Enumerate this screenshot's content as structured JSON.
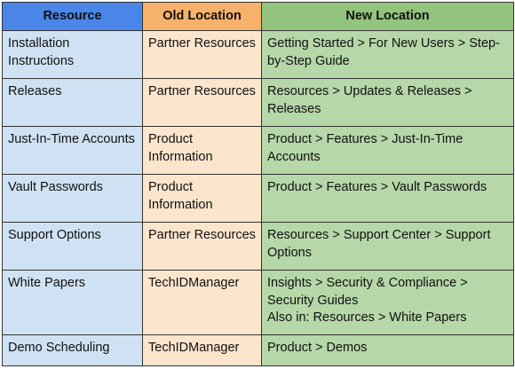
{
  "table": {
    "headers": [
      "Resource",
      "Old Location",
      "New Location"
    ],
    "colors": {
      "header_resource": "#4a86e8",
      "header_old": "#f6b26b",
      "header_new": "#93c47d",
      "cell_resource": "#cfe2f3",
      "cell_old": "#fce5cd",
      "cell_new": "#b6d7a8"
    },
    "rows": [
      {
        "resource": "Installation Instructions",
        "old": "Partner Resources",
        "new": [
          "Getting Started > For New Users > Step-by-Step Guide"
        ]
      },
      {
        "resource": "Releases",
        "old": "Partner Resources",
        "new": [
          "Resources > Updates & Releases > Releases"
        ]
      },
      {
        "resource": "Just-In-Time Accounts",
        "old": "Product Information",
        "new": [
          "Product > Features > Just-In-Time Accounts"
        ]
      },
      {
        "resource": "Vault Passwords",
        "old": "Product Information",
        "new": [
          "Product > Features > Vault Passwords"
        ]
      },
      {
        "resource": "Support Options",
        "old": "Partner Resources",
        "new": [
          "Resources > Support Center > Support Options"
        ]
      },
      {
        "resource": "White Papers",
        "old": "TechIDManager",
        "new": [
          "Insights > Security & Compliance > Security Guides",
          "Also in: Resources > White Papers"
        ]
      },
      {
        "resource": "Demo Scheduling",
        "old": "TechIDManager",
        "new": [
          "Product > Demos"
        ]
      }
    ]
  }
}
